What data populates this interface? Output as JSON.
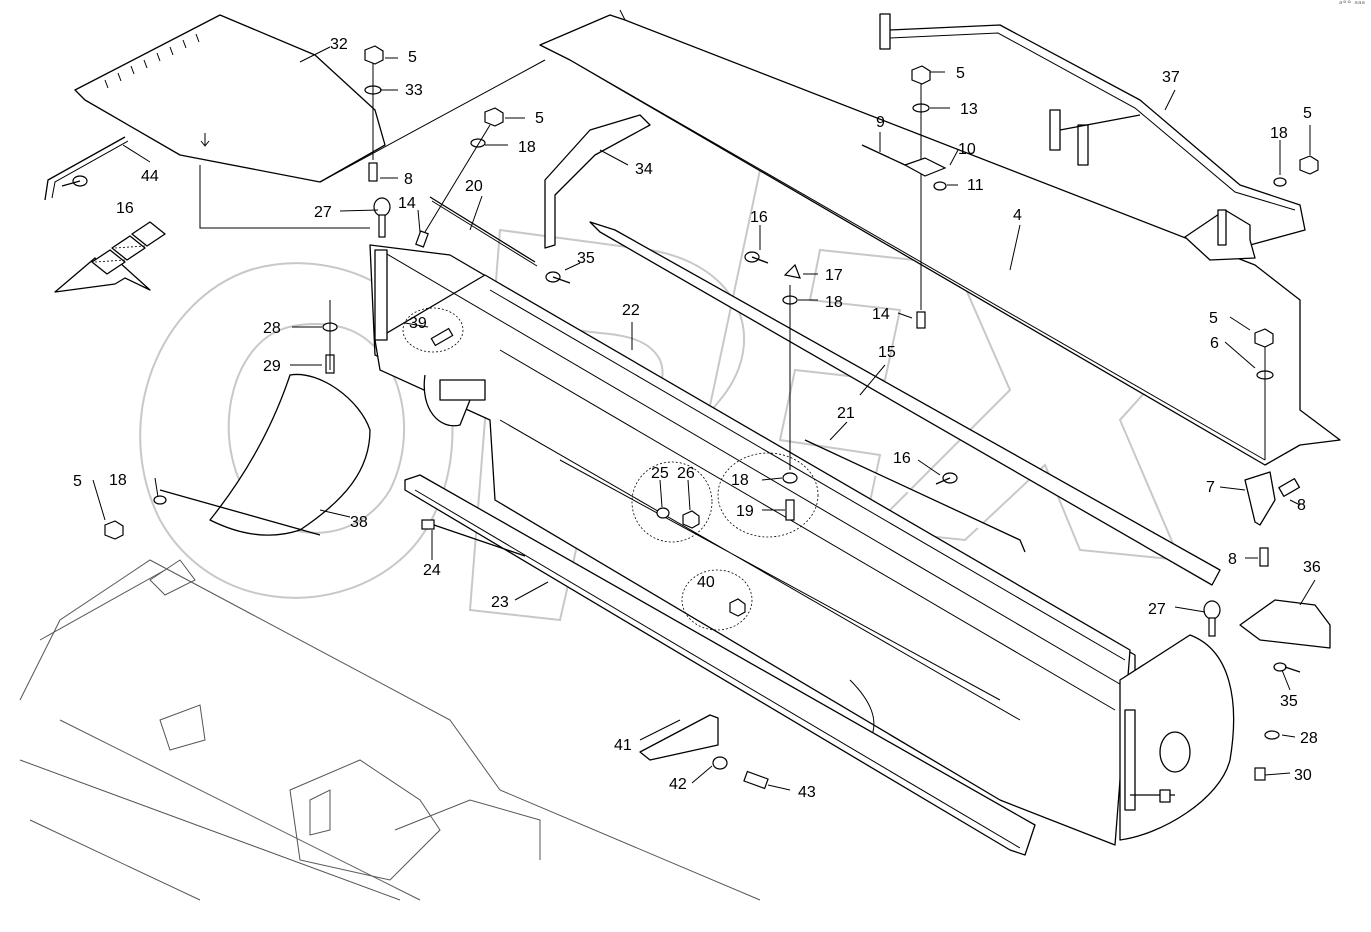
{
  "diagram": {
    "watermark": "OPEX",
    "corner_mark": "ᵃ°° ᵃᵃᵃ",
    "callouts": [
      {
        "id": "c32",
        "text": "32"
      },
      {
        "id": "c5a",
        "text": "5"
      },
      {
        "id": "c33",
        "text": "33"
      },
      {
        "id": "c44",
        "text": "44"
      },
      {
        "id": "c16a",
        "text": "16"
      },
      {
        "id": "c8a",
        "text": "8"
      },
      {
        "id": "c27a",
        "text": "27"
      },
      {
        "id": "c5b",
        "text": "5"
      },
      {
        "id": "c18a",
        "text": "18"
      },
      {
        "id": "c34",
        "text": "34"
      },
      {
        "id": "c14a",
        "text": "14"
      },
      {
        "id": "c20",
        "text": "20"
      },
      {
        "id": "c35a",
        "text": "35"
      },
      {
        "id": "c5c",
        "text": "5"
      },
      {
        "id": "c13",
        "text": "13"
      },
      {
        "id": "c9",
        "text": "9"
      },
      {
        "id": "c10",
        "text": "10"
      },
      {
        "id": "c11",
        "text": "11"
      },
      {
        "id": "c37",
        "text": "37"
      },
      {
        "id": "c5d",
        "text": "5"
      },
      {
        "id": "c18b",
        "text": "18"
      },
      {
        "id": "c16b",
        "text": "16"
      },
      {
        "id": "c4",
        "text": "4"
      },
      {
        "id": "c17",
        "text": "17"
      },
      {
        "id": "c18c",
        "text": "18"
      },
      {
        "id": "c14b",
        "text": "14"
      },
      {
        "id": "c22",
        "text": "22"
      },
      {
        "id": "c28a",
        "text": "28"
      },
      {
        "id": "c39",
        "text": "39"
      },
      {
        "id": "c29",
        "text": "29"
      },
      {
        "id": "c15",
        "text": "15"
      },
      {
        "id": "c5e",
        "text": "5"
      },
      {
        "id": "c6",
        "text": "6"
      },
      {
        "id": "c21",
        "text": "21"
      },
      {
        "id": "c16c",
        "text": "16"
      },
      {
        "id": "c18d",
        "text": "18"
      },
      {
        "id": "c25",
        "text": "25"
      },
      {
        "id": "c26",
        "text": "26"
      },
      {
        "id": "c18e",
        "text": "18"
      },
      {
        "id": "c19",
        "text": "19"
      },
      {
        "id": "c5f",
        "text": "5"
      },
      {
        "id": "c38",
        "text": "38"
      },
      {
        "id": "c7",
        "text": "7"
      },
      {
        "id": "c8b",
        "text": "8"
      },
      {
        "id": "c8c",
        "text": "8"
      },
      {
        "id": "c24",
        "text": "24"
      },
      {
        "id": "c23",
        "text": "23"
      },
      {
        "id": "c40",
        "text": "40"
      },
      {
        "id": "c36",
        "text": "36"
      },
      {
        "id": "c27b",
        "text": "27"
      },
      {
        "id": "c35b",
        "text": "35"
      },
      {
        "id": "c28b",
        "text": "28"
      },
      {
        "id": "c30",
        "text": "30"
      },
      {
        "id": "c41",
        "text": "41"
      },
      {
        "id": "c42",
        "text": "42"
      },
      {
        "id": "c43",
        "text": "43"
      }
    ]
  }
}
